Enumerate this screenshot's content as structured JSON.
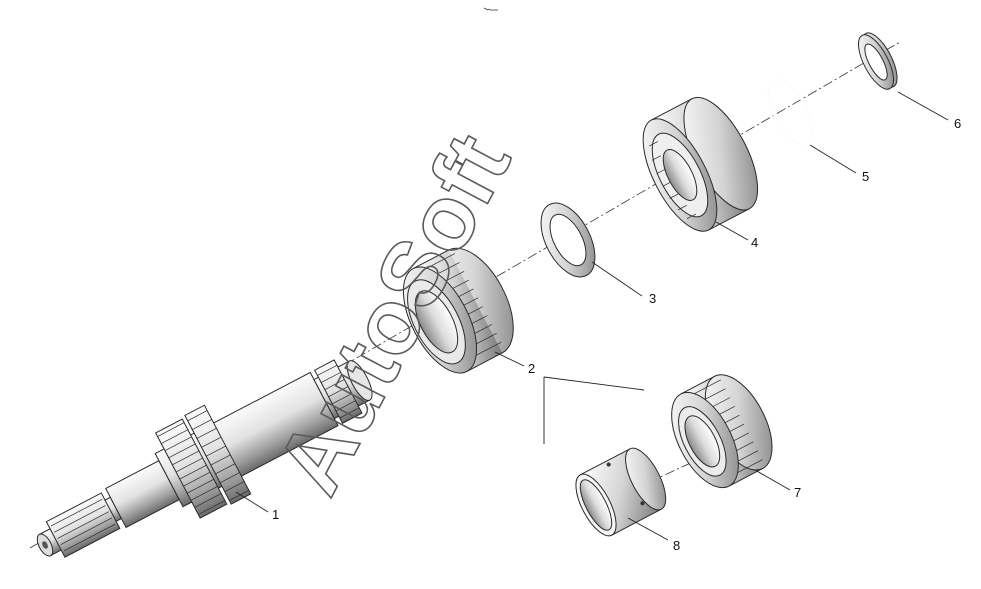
{
  "watermark": "AutoSoft",
  "callouts": [
    "1",
    "2",
    "3",
    "4",
    "5",
    "6",
    "7",
    "8"
  ],
  "colors": {
    "line": "#2a2a2a",
    "metal_light": "#f2f2f2",
    "metal_mid": "#bdbdbd",
    "metal_dark": "#6e6e6e"
  }
}
